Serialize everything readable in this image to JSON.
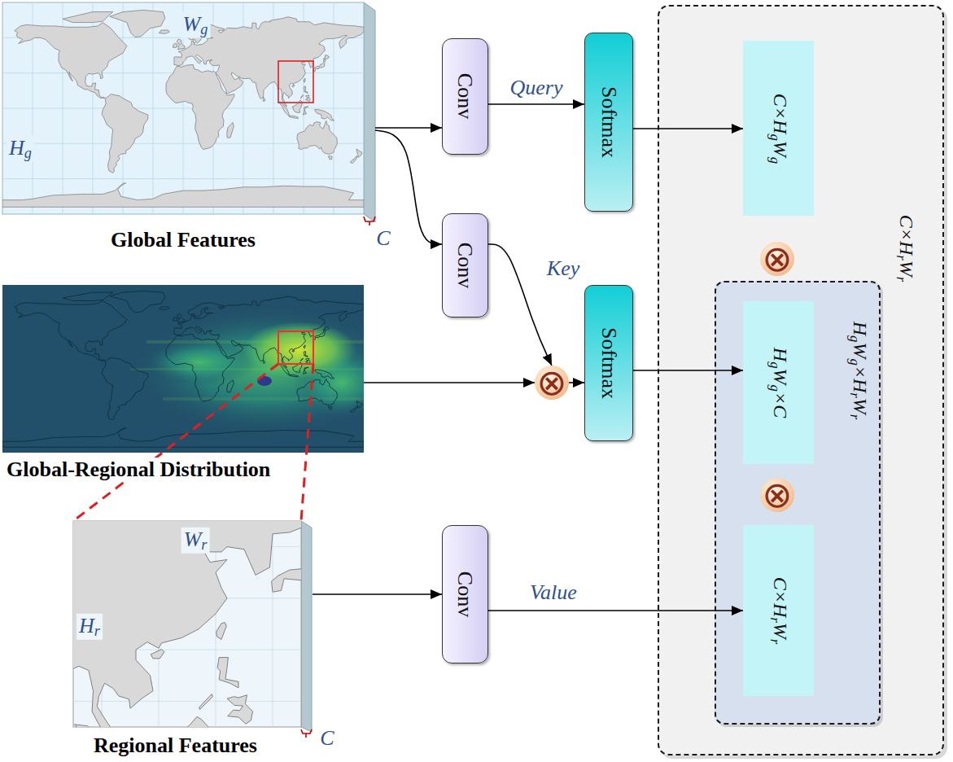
{
  "diagram": {
    "nodes": [
      {
        "text": [
          "Global Features",
          "Wg",
          "Hg",
          "C"
        ]
      },
      {
        "text": [
          "Conv"
        ]
      },
      {
        "text": [
          "Softmax"
        ]
      },
      {
        "text": [
          "C×HrWr"
        ]
      },
      {
        "text": [
          "C×HgWg"
        ],
        "in": 3
      },
      {
        "text": [
          "⊗"
        ],
        "in": 3
      },
      {
        "text": [
          "HgWg×HrWr"
        ],
        "in": 3
      },
      {
        "text": [
          "HgWg×C"
        ],
        "in": 6
      },
      {
        "text": [
          "⊗"
        ],
        "in": 6
      },
      {
        "text": [
          "C×HrWr"
        ],
        "in": 6
      },
      {
        "text": [
          "Conv"
        ]
      },
      {
        "text": [
          "Global-Regional Distribution"
        ]
      },
      {
        "text": [
          "⊗"
        ]
      },
      {
        "text": [
          "Softmax"
        ]
      },
      {
        "text": [
          "Regional Features",
          "Wr",
          "Hr",
          "C"
        ]
      },
      {
        "text": [
          "Conv"
        ]
      }
    ],
    "edges": [
      {
        "from": 0,
        "to": 1,
        "arrow": "to"
      },
      {
        "from": 0,
        "to": 10,
        "arrow": "to"
      },
      {
        "from": 1,
        "to": 2,
        "label": "Query",
        "arrow": "to"
      },
      {
        "from": 2,
        "to": 4,
        "arrow": "to"
      },
      {
        "from": 10,
        "to": 12,
        "label": "Key",
        "arrow": "to"
      },
      {
        "from": 11,
        "to": 12,
        "arrow": "to"
      },
      {
        "from": 12,
        "to": 13,
        "arrow": "to"
      },
      {
        "from": 13,
        "to": 7,
        "arrow": "to"
      },
      {
        "from": 14,
        "to": 15,
        "arrow": "to"
      },
      {
        "from": 15,
        "to": 9,
        "label": "Value",
        "arrow": "to"
      }
    ]
  }
}
